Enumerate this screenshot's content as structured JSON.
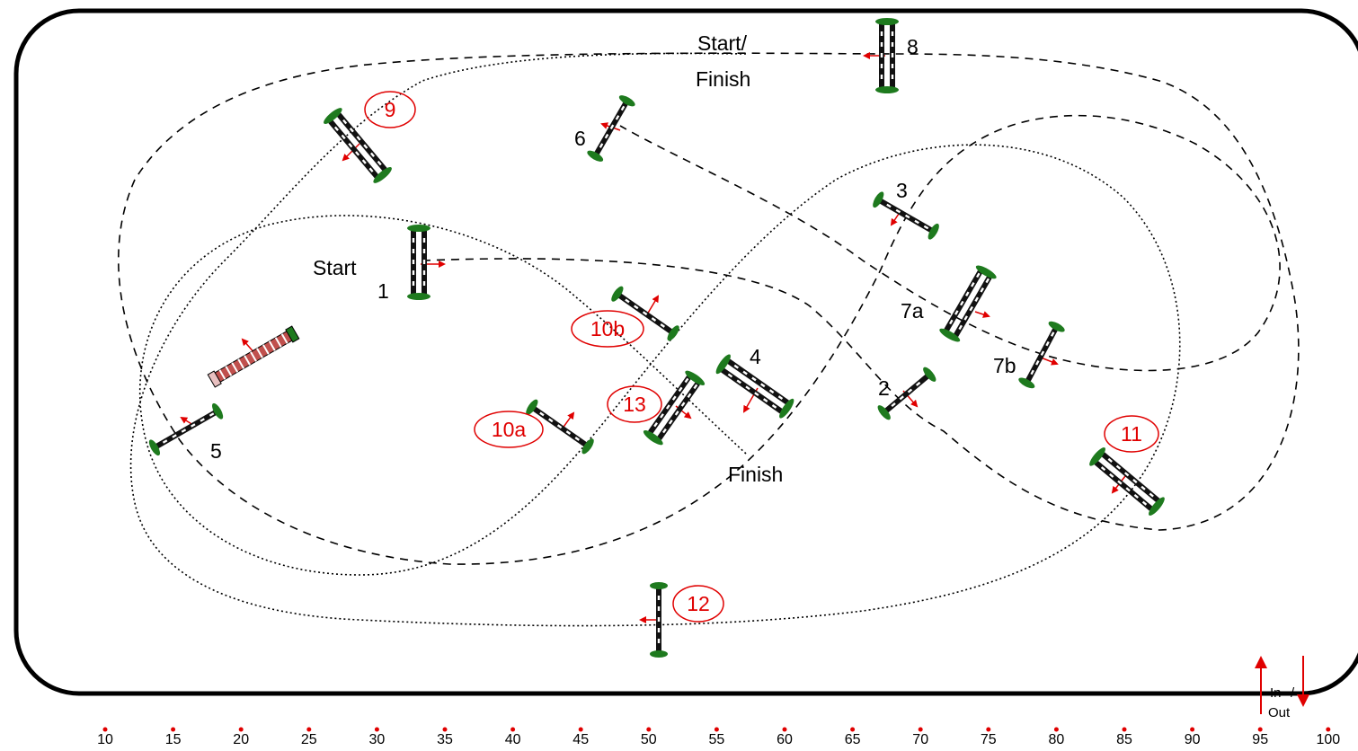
{
  "colors": {
    "arena_border": "#000000",
    "jump_number": "#e00000",
    "arrow": "#e00000",
    "wing": "#1e7a1e",
    "panel": "#111111",
    "panel_stripe": "#ffffff",
    "water": "#c0504d"
  },
  "labels": {
    "start_finish_1": "Start/",
    "start_finish_2": "Finish",
    "start": "Start",
    "finish": "Finish",
    "gate_in": "In",
    "gate_slash": "/",
    "gate_out": "Out"
  },
  "black_numbers": [
    "1",
    "2",
    "3",
    "4",
    "5",
    "6",
    "7a",
    "7b",
    "8"
  ],
  "red_numbers": [
    "9",
    "10a",
    "10b",
    "11",
    "12",
    "13"
  ],
  "scale_ticks": [
    "10",
    "15",
    "20",
    "25",
    "30",
    "35",
    "40",
    "45",
    "50",
    "55",
    "60",
    "65",
    "70",
    "75",
    "80",
    "85",
    "90",
    "95",
    "100"
  ],
  "obstacles": [
    {
      "name": "oxer",
      "icon": "oxer-jump-icon"
    },
    {
      "name": "vertical",
      "icon": "vertical-jump-icon"
    },
    {
      "name": "liverpool",
      "icon": "water-jump-icon"
    }
  ]
}
